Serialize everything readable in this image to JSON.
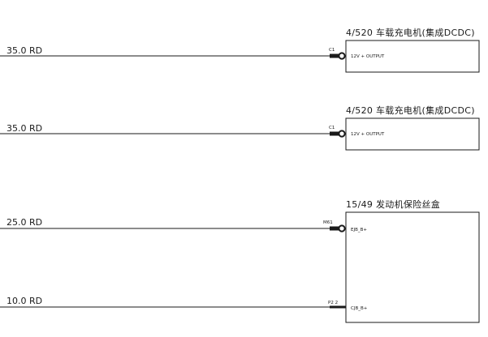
{
  "diagram": {
    "circuits": [
      {
        "wire_label": "35.0 RD",
        "component_title": "4/520 车载充电机(集成DCDC)",
        "connector_label": "C1",
        "pin_label": "12V + OUTPUT",
        "connector_symbol": "ring-terminal"
      },
      {
        "wire_label": "35.0 RD",
        "component_title": "4/520 车载充电机(集成DCDC)",
        "connector_label": "C1",
        "pin_label": "12V + OUTPUT",
        "connector_symbol": "ring-terminal"
      },
      {
        "wire_label": "25.0 RD",
        "component_title": "15/49 发动机保险丝盒",
        "connector_label": "M61",
        "pin_label": "EJB_B+",
        "connector_symbol": "ring-terminal"
      },
      {
        "wire_label": "10.0 RD",
        "component_title": "",
        "connector_label": "P2 2",
        "pin_label": "CJB_B+",
        "connector_symbol": "plain-pin"
      }
    ],
    "colors": {
      "line": "#1a1a1a",
      "background": "#ffffff"
    }
  }
}
